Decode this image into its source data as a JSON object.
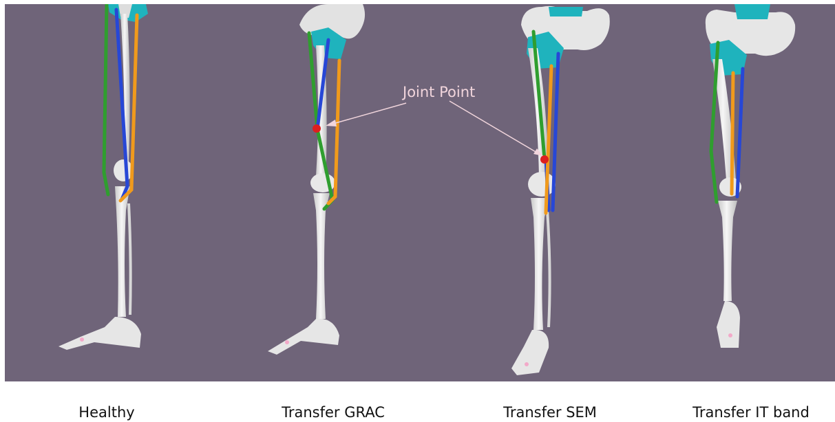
{
  "annotation": {
    "label": "Joint Point"
  },
  "panels": [
    {
      "caption": "Healthy"
    },
    {
      "caption": "Transfer GRAC"
    },
    {
      "caption": "Transfer SEM"
    },
    {
      "caption": "Transfer IT band"
    }
  ],
  "colors": {
    "background": "#6f6479",
    "bone": "#eeeeee",
    "pelvis_accent": "#1fb3bd",
    "muscle_green": "#2f9e2f",
    "muscle_blue": "#2747d6",
    "muscle_orange": "#f09a1c",
    "joint_point": "#dd1f1f",
    "annotation": "#f1d5dc"
  }
}
